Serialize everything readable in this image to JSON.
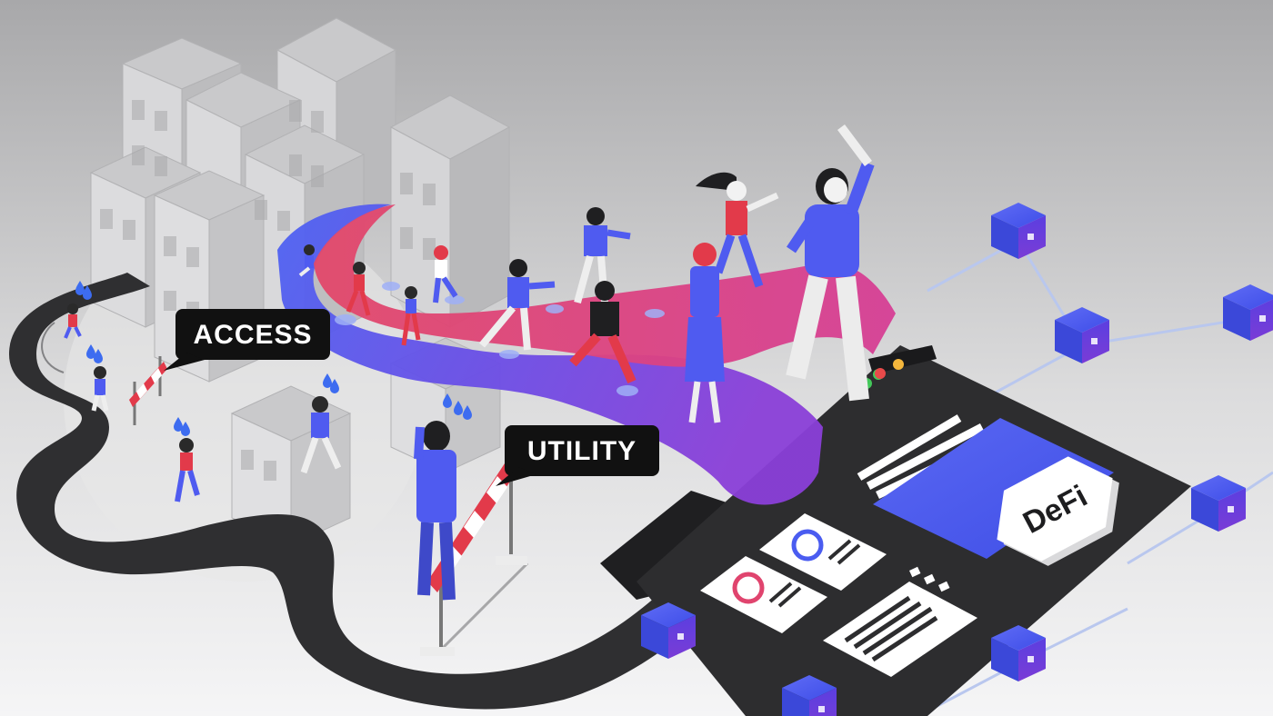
{
  "labels": {
    "access": "ACCESS",
    "utility": "UTILITY",
    "defi": "DeFi"
  },
  "colors": {
    "accent_blue": "#4f5bf0",
    "accent_pink": "#e0446e",
    "accent_purple": "#6b48e8",
    "road_dark": "#2e2e30",
    "callout_bg": "#111111",
    "background_top": "#a9a9ab",
    "background_bottom": "#f4f4f5"
  },
  "icons": [
    "barrier-icon",
    "block-cube-icon",
    "sweat-drop-icon",
    "window-dot-icon"
  ]
}
